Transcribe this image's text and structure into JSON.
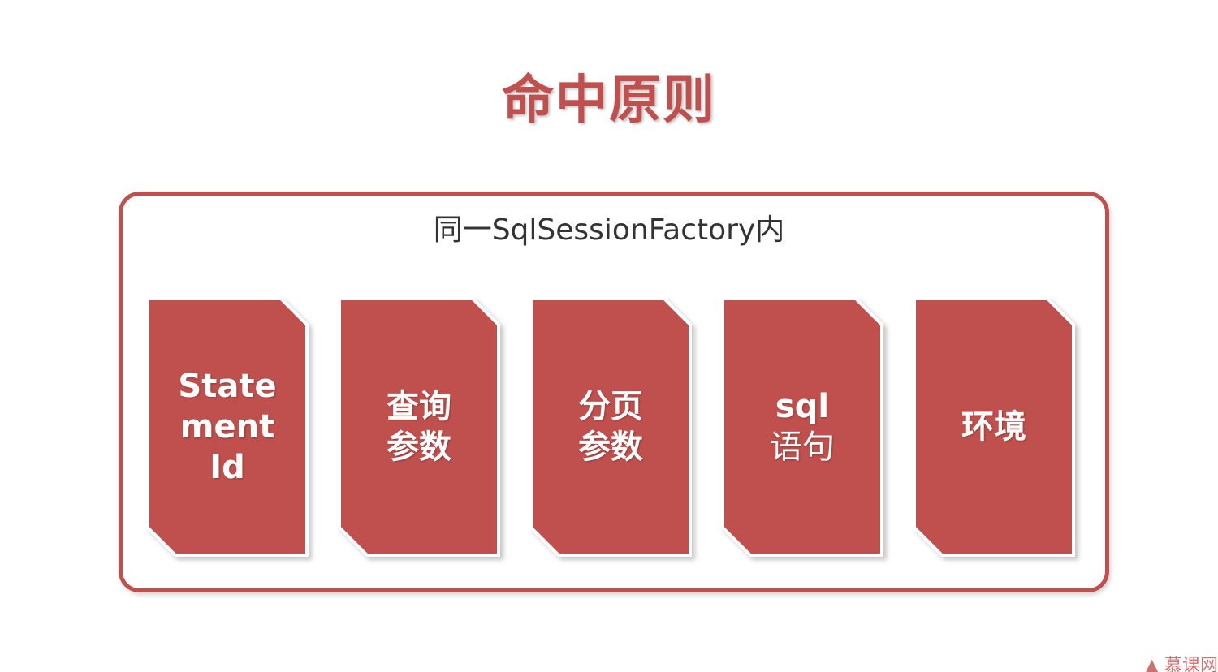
{
  "slide": {
    "title": "命中原则",
    "accent_color": "#c0504d"
  },
  "container": {
    "label": "同一SqlSessionFactory内"
  },
  "cards": [
    {
      "lines": [
        "State",
        "ment",
        "Id"
      ]
    },
    {
      "lines": [
        "查询",
        "参数"
      ]
    },
    {
      "lines": [
        "分页",
        "参数"
      ]
    },
    {
      "lines": [
        "sql",
        "语句"
      ]
    },
    {
      "lines": [
        "环境"
      ]
    }
  ],
  "watermark": {
    "text": "慕课网"
  }
}
